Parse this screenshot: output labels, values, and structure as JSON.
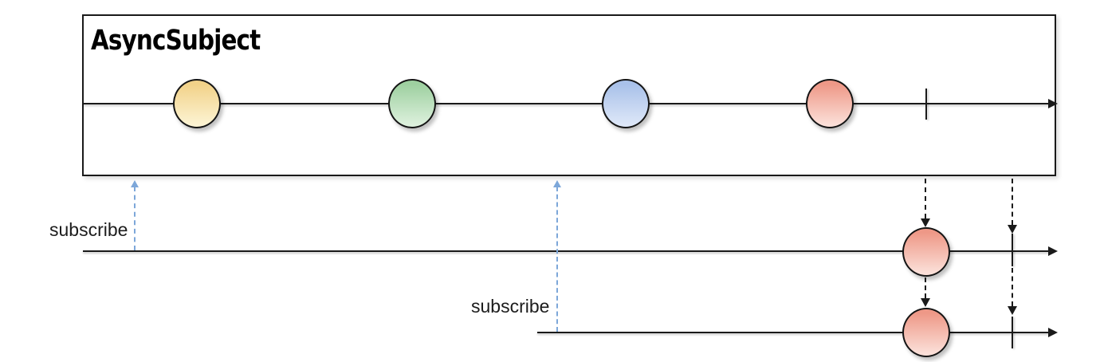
{
  "diagram": {
    "kind": "rx-marble-diagram",
    "title": "AsyncSubject",
    "source": {
      "description": "AsyncSubject source timeline: four values then complete",
      "events": [
        {
          "id": "value-1",
          "type": "next",
          "marble_color_top": "#f2d289",
          "marble_color_bottom": "#fcf3d2"
        },
        {
          "id": "value-2",
          "type": "next",
          "marble_color_top": "#9ed0a0",
          "marble_color_bottom": "#dcf0dc"
        },
        {
          "id": "value-3",
          "type": "next",
          "marble_color_top": "#a9c1e9",
          "marble_color_bottom": "#dde7f8"
        },
        {
          "id": "value-4",
          "type": "next",
          "marble_color_top": "#ee9887",
          "marble_color_bottom": "#fbdfd8"
        },
        {
          "id": "complete",
          "type": "complete"
        }
      ]
    },
    "subscribers": [
      {
        "label": "subscribe",
        "events": [
          {
            "id": "last-value",
            "type": "next",
            "marble_color_top": "#ee9887",
            "marble_color_bottom": "#fbdfd8"
          },
          {
            "id": "complete",
            "type": "complete"
          }
        ]
      },
      {
        "label": "subscribe",
        "events": [
          {
            "id": "last-value",
            "type": "next",
            "marble_color_top": "#ee9887",
            "marble_color_bottom": "#fbdfd8"
          },
          {
            "id": "complete",
            "type": "complete"
          }
        ]
      }
    ],
    "colors": {
      "line": "#1a1a1a",
      "subscribe_arrow": "#7da7d9",
      "background": "#ffffff"
    }
  }
}
